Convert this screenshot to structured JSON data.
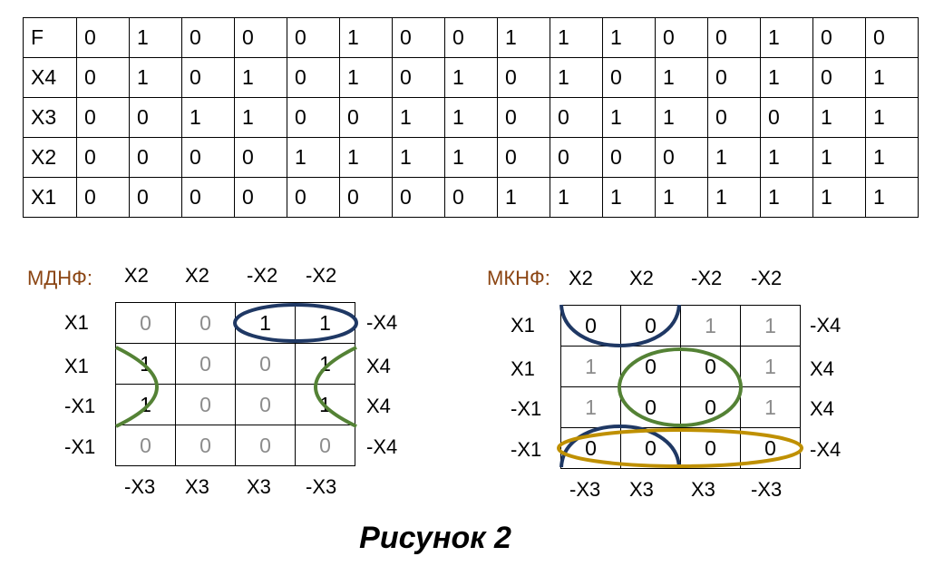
{
  "truth_table": {
    "rows": [
      {
        "label": "F",
        "values": [
          "0",
          "1",
          "0",
          "0",
          "0",
          "1",
          "0",
          "0",
          "1",
          "1",
          "1",
          "0",
          "0",
          "1",
          "0",
          "0"
        ]
      },
      {
        "label": "X4",
        "values": [
          "0",
          "1",
          "0",
          "1",
          "0",
          "1",
          "0",
          "1",
          "0",
          "1",
          "0",
          "1",
          "0",
          "1",
          "0",
          "1"
        ]
      },
      {
        "label": "X3",
        "values": [
          "0",
          "0",
          "1",
          "1",
          "0",
          "0",
          "1",
          "1",
          "0",
          "0",
          "1",
          "1",
          "0",
          "0",
          "1",
          "1"
        ]
      },
      {
        "label": "X2",
        "values": [
          "0",
          "0",
          "0",
          "0",
          "1",
          "1",
          "1",
          "1",
          "0",
          "0",
          "0",
          "0",
          "1",
          "1",
          "1",
          "1"
        ]
      },
      {
        "label": "X1",
        "values": [
          "0",
          "0",
          "0",
          "0",
          "0",
          "0",
          "0",
          "0",
          "1",
          "1",
          "1",
          "1",
          "1",
          "1",
          "1",
          "1"
        ]
      }
    ]
  },
  "kmap_left": {
    "title": "МДНФ:",
    "top_labels": [
      "X2",
      "X2",
      "-X2",
      "-X2"
    ],
    "left_labels": [
      "X1",
      "X1",
      "-X1",
      "-X1"
    ],
    "right_labels": [
      "-X4",
      "X4",
      "X4",
      "-X4"
    ],
    "bottom_labels": [
      "-X3",
      "X3",
      "X3",
      "-X3"
    ],
    "cells": [
      [
        "0",
        "0",
        "1",
        "1"
      ],
      [
        "1",
        "0",
        "0",
        "1"
      ],
      [
        "1",
        "0",
        "0",
        "1"
      ],
      [
        "0",
        "0",
        "0",
        "0"
      ]
    ],
    "highlight": [
      [
        false,
        false,
        true,
        true
      ],
      [
        true,
        false,
        false,
        true
      ],
      [
        true,
        false,
        false,
        true
      ],
      [
        false,
        false,
        false,
        false
      ]
    ]
  },
  "kmap_right": {
    "title": "МКНФ:",
    "top_labels": [
      "X2",
      "X2",
      "-X2",
      "-X2"
    ],
    "left_labels": [
      "X1",
      "X1",
      "-X1",
      "-X1"
    ],
    "right_labels": [
      "-X4",
      "X4",
      "X4",
      "-X4"
    ],
    "bottom_labels": [
      "-X3",
      "X3",
      "X3",
      "-X3"
    ],
    "cells": [
      [
        "0",
        "0",
        "1",
        "1"
      ],
      [
        "1",
        "0",
        "0",
        "1"
      ],
      [
        "1",
        "0",
        "0",
        "1"
      ],
      [
        "0",
        "0",
        "0",
        "0"
      ]
    ],
    "highlight": [
      [
        true,
        true,
        false,
        false
      ],
      [
        false,
        true,
        true,
        false
      ],
      [
        false,
        true,
        true,
        false
      ],
      [
        true,
        true,
        true,
        true
      ]
    ]
  },
  "colors": {
    "navy": "#1f3864",
    "green": "#548235",
    "gold": "#bf9000",
    "title": "#8b4513",
    "dim": "#8c8c8c"
  },
  "caption": "Рисунок 2"
}
